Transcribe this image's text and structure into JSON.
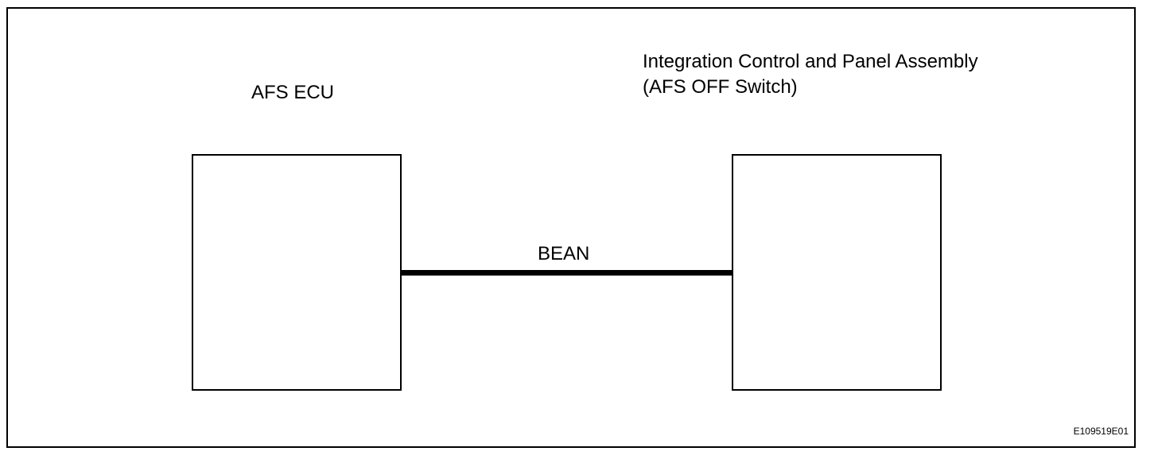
{
  "diagram": {
    "ecu": {
      "label": "AFS ECU"
    },
    "panel": {
      "label_line1": "Integration Control and Panel Assembly",
      "label_line2": "(AFS OFF Switch)"
    },
    "connection": {
      "label": "BEAN"
    },
    "figure_id": "E109519E01"
  }
}
